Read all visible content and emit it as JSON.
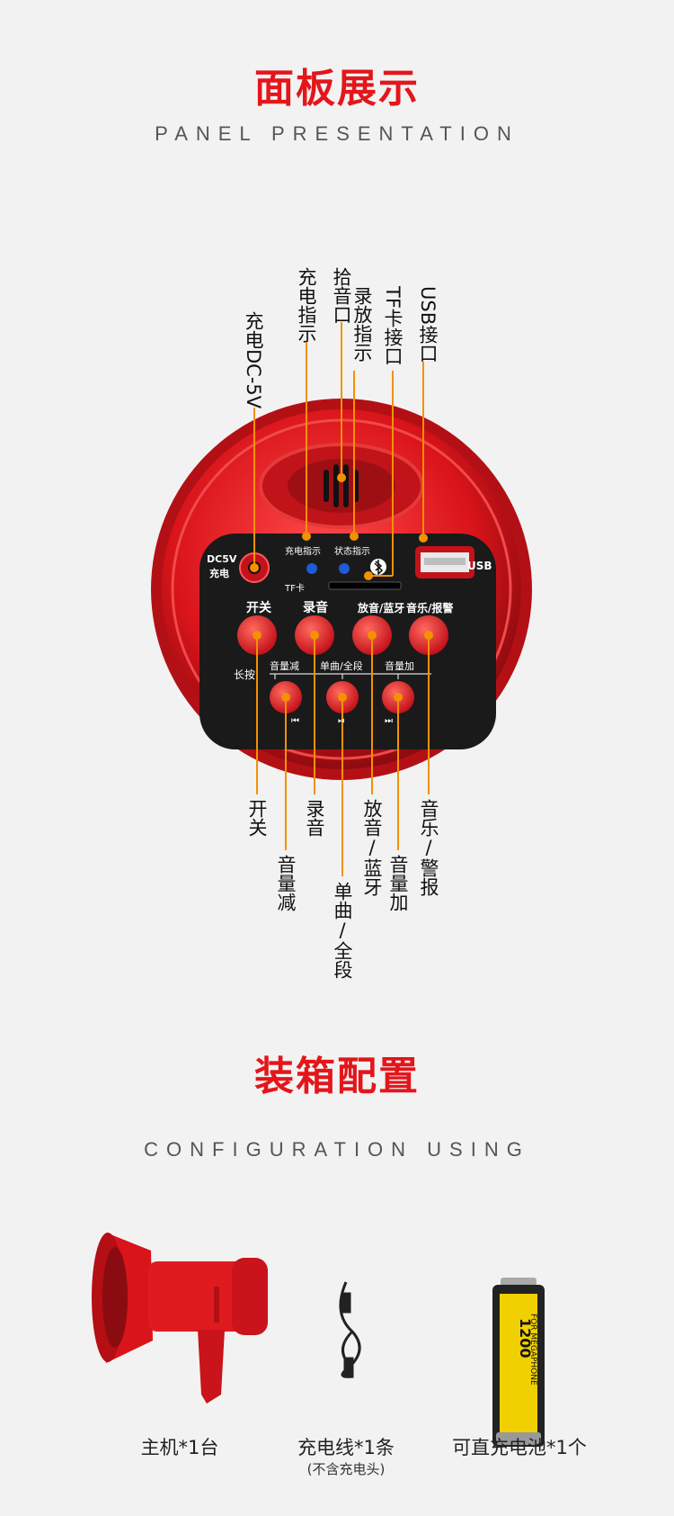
{
  "panel": {
    "title": "面板展示",
    "subtitle": "PANEL PRESENTATION",
    "callouts_top": [
      {
        "key": "charge_dc",
        "text": "充电DC-5V"
      },
      {
        "key": "charge_ind",
        "text": "充电指示"
      },
      {
        "key": "mic",
        "text": "拾音口"
      },
      {
        "key": "rec_ind",
        "text": "录放指示"
      },
      {
        "key": "tf_port",
        "text": "TF卡接口"
      },
      {
        "key": "usb_port",
        "text": "USB接口"
      }
    ],
    "callouts_bottom": [
      {
        "key": "power",
        "text": "开关"
      },
      {
        "key": "vol_down",
        "text": "音量减"
      },
      {
        "key": "record",
        "text": "录音"
      },
      {
        "key": "single_all",
        "text": "单曲/全段"
      },
      {
        "key": "play_bt",
        "text": "放音/蓝牙"
      },
      {
        "key": "vol_up",
        "text": "音量加"
      },
      {
        "key": "music_alarm",
        "text": "音乐/警报"
      }
    ],
    "device_labels": {
      "dc": "DC5V",
      "dc_charge": "充电",
      "charge_ind": "充电指示",
      "status_ind": "状态指示",
      "tf": "TF卡",
      "usb": "USB",
      "btn_power": "开关",
      "btn_record": "录音",
      "btn_play": "放音/蓝牙",
      "btn_music": "音乐/报警",
      "long_press": "长按",
      "vol_down": "音量减",
      "single_all": "单曲/全段",
      "vol_up": "音量加",
      "prev_icon": "⏮",
      "play_icon": "⏯",
      "next_icon": "⏭"
    }
  },
  "config": {
    "title": "装箱配置",
    "subtitle": "CONFIGURATION USING",
    "items": [
      {
        "label": "主机*1台",
        "note": ""
      },
      {
        "label": "充电线*1条",
        "note": "(不含充电头)"
      },
      {
        "label": "可直充电池*1个",
        "note": ""
      }
    ],
    "battery_text": "FOR MEGAPHONE",
    "battery_capacity": "1200"
  },
  "colors": {
    "accent": "#e3161b",
    "orange": "#f39200",
    "panel": "#1a1a1a",
    "blue": "#1e5bd8"
  }
}
